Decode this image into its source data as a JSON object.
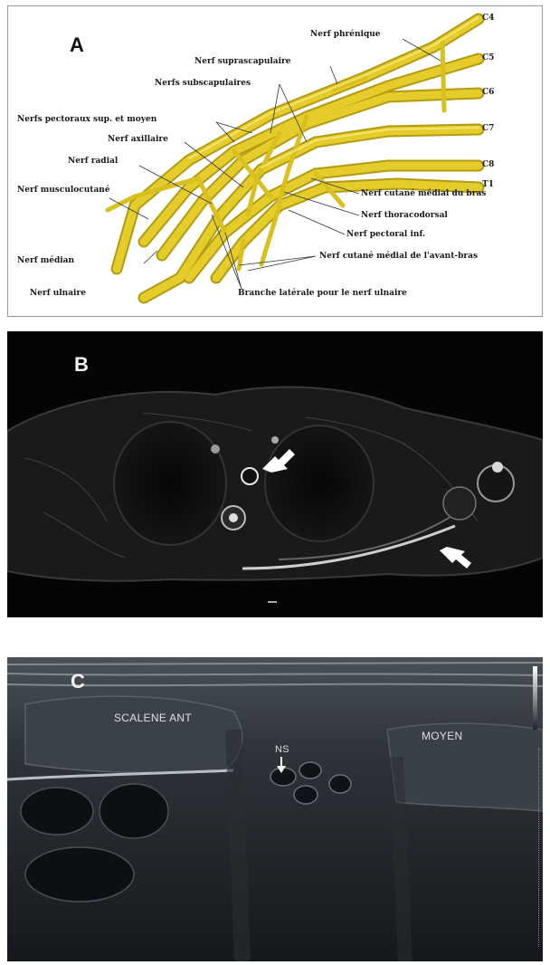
{
  "panel_a": {
    "letter": "A",
    "roots": [
      "C4",
      "C5",
      "C6",
      "C7",
      "C8",
      "T1"
    ],
    "labels": {
      "phrenique": "Nerf phrénique",
      "suprascapulaire": "Nerf suprascapulaire",
      "subscapulaires": "Nerfs subscapulaires",
      "pectoraux": "Nerfs pectoraux sup. et moyen",
      "axillaire": "Nerf axillaire",
      "radial": "Nerf radial",
      "musculocutane": "Nerf musculocutané",
      "median": "Nerf médian",
      "ulnaire": "Nerf ulnaire",
      "cutane_bras": "Nerf cutané médial du bras",
      "thoracodorsal": "Nerf thoracodorsal",
      "pectoral_inf": "Nerf pectoral inf.",
      "cutane_avant_bras": "Nerf cutané médial de l'avant-bras",
      "branche_laterale": "Branche latérale pour le nerf ulnaire"
    },
    "nerve_color": "#e4cd2a"
  },
  "panel_b": {
    "letter": "B"
  },
  "panel_c": {
    "letter": "C",
    "labels": {
      "scalene_ant": "SCALENE ANT",
      "ns": "NS",
      "moyen": "MOYEN"
    }
  }
}
